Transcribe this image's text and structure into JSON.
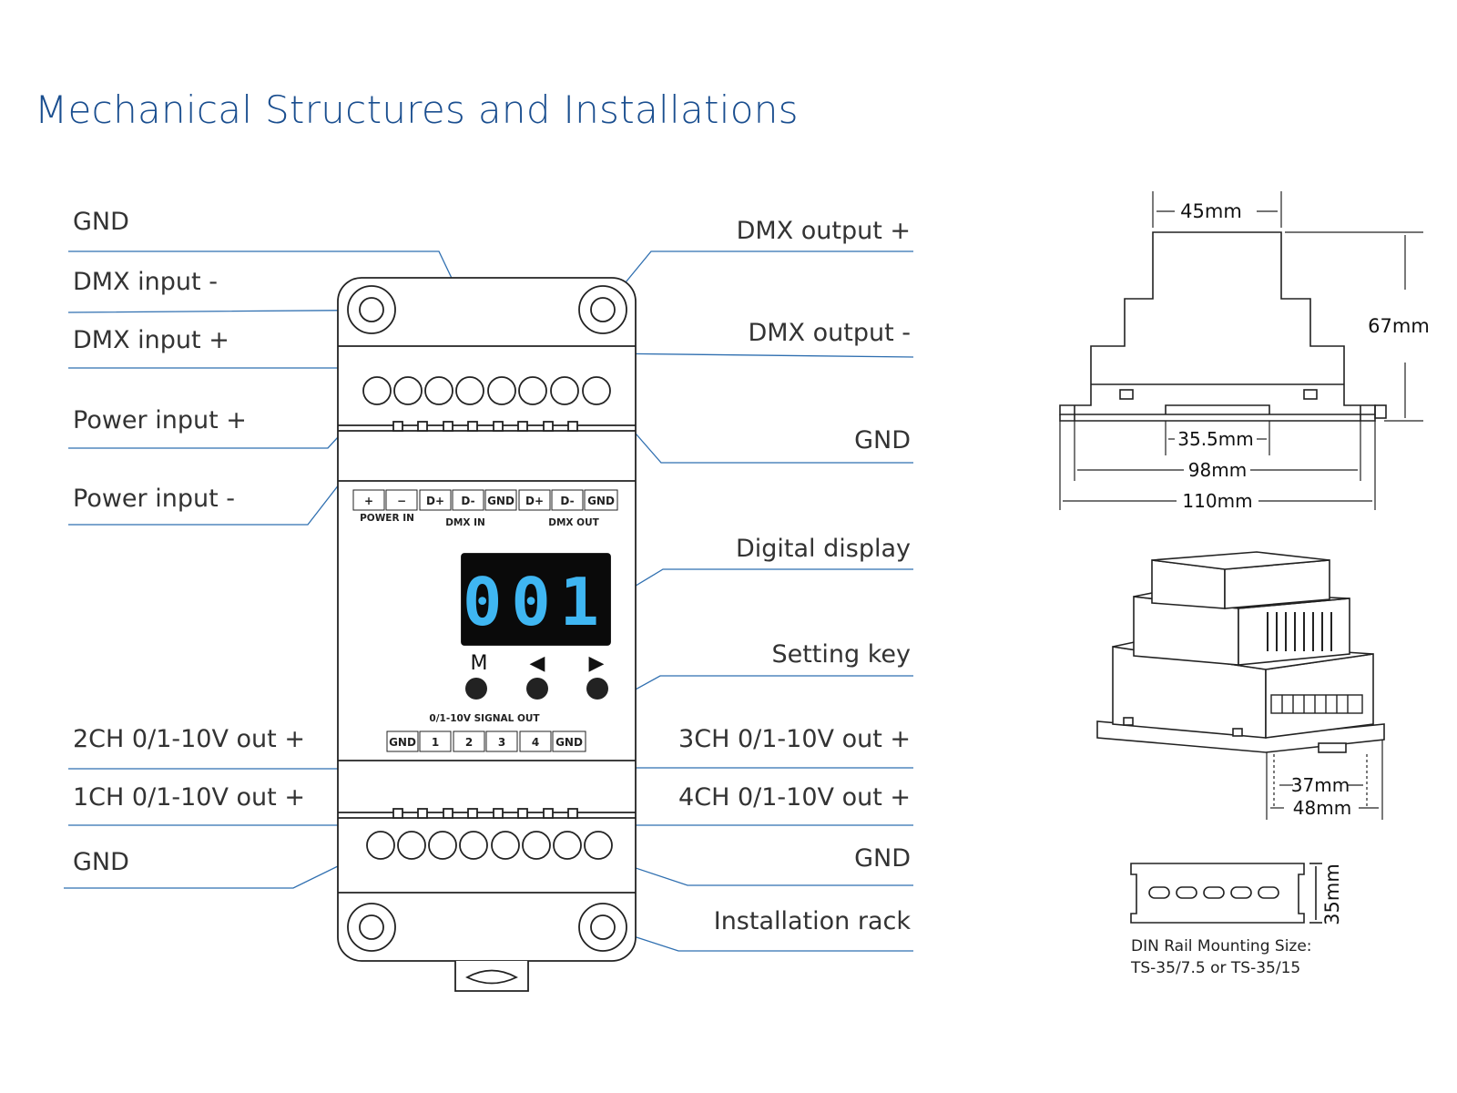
{
  "title": "Mechanical Structures and Installations",
  "labels": {
    "left": [
      "GND",
      "DMX input -",
      "DMX input +",
      "Power input +",
      "Power input -",
      "2CH 0/1-10V out +",
      "1CH 0/1-10V out +",
      "GND"
    ],
    "right": [
      "DMX output +",
      "DMX output -",
      "GND",
      "Digital display",
      "Setting key",
      "3CH 0/1-10V out +",
      "4CH 0/1-10V out +",
      "GND",
      "Installation rack"
    ]
  },
  "top_terminals": {
    "cells": [
      "+",
      "−",
      "D+",
      "D-",
      "GND",
      "D+",
      "D-",
      "GND"
    ],
    "groups": [
      "POWER IN",
      "DMX IN",
      "DMX OUT"
    ]
  },
  "bottom_terminals": {
    "header": "0/1-10V SIGNAL OUT",
    "cells": [
      "GND",
      "1",
      "2",
      "3",
      "4",
      "GND"
    ]
  },
  "display": {
    "value": "001",
    "color": "#3fb6f2"
  },
  "keys": {
    "mode": "M",
    "left": "◀",
    "right": "▶"
  },
  "dimensions": {
    "top_width": "45mm",
    "height": "67mm",
    "rail_width": "35.5mm",
    "mount_width": "98mm",
    "total_width": "110mm",
    "depth_inner": "37mm",
    "depth_outer": "48mm",
    "rail_height": "35mm"
  },
  "din_note": [
    "DIN Rail Mounting Size:",
    "TS-35/7.5 or TS-35/15"
  ],
  "colors": {
    "title": "#1a4e8f",
    "leader": "#2f6fb0"
  }
}
